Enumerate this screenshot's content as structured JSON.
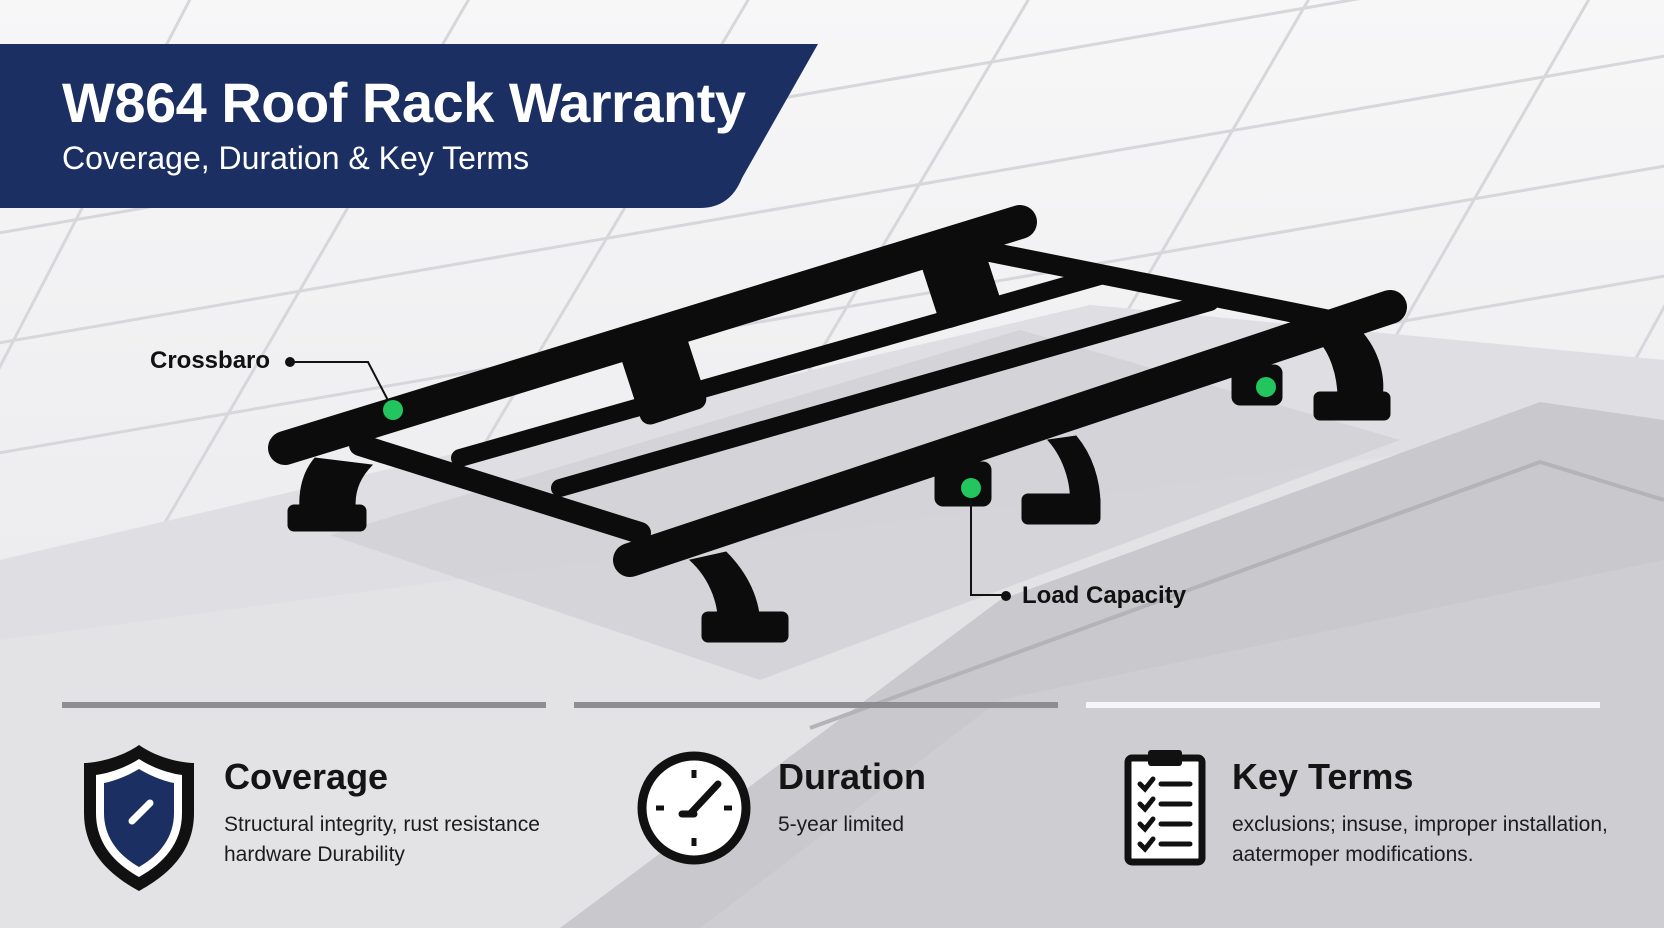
{
  "banner": {
    "title": "W864 Roof Rack Warranty",
    "subtitle": "Coverage, Duration & Key Terms",
    "color": "#1b2f63"
  },
  "callouts": {
    "crossbar": "Crossbaro",
    "load_capacity": "Load Capacity",
    "marker_color": "#22c55e"
  },
  "features": [
    {
      "icon": "shield-icon",
      "title": "Coverage",
      "lines": [
        "Structural integrity, rust resistance",
        "hardware Durability"
      ]
    },
    {
      "icon": "clock-icon",
      "title": "Duration",
      "lines": [
        "5-year limited"
      ]
    },
    {
      "icon": "clipboard-checklist-icon",
      "title": "Key Terms",
      "lines": [
        "exclusions; insuse, improper installation,",
        "aatermoper modifications."
      ]
    }
  ]
}
